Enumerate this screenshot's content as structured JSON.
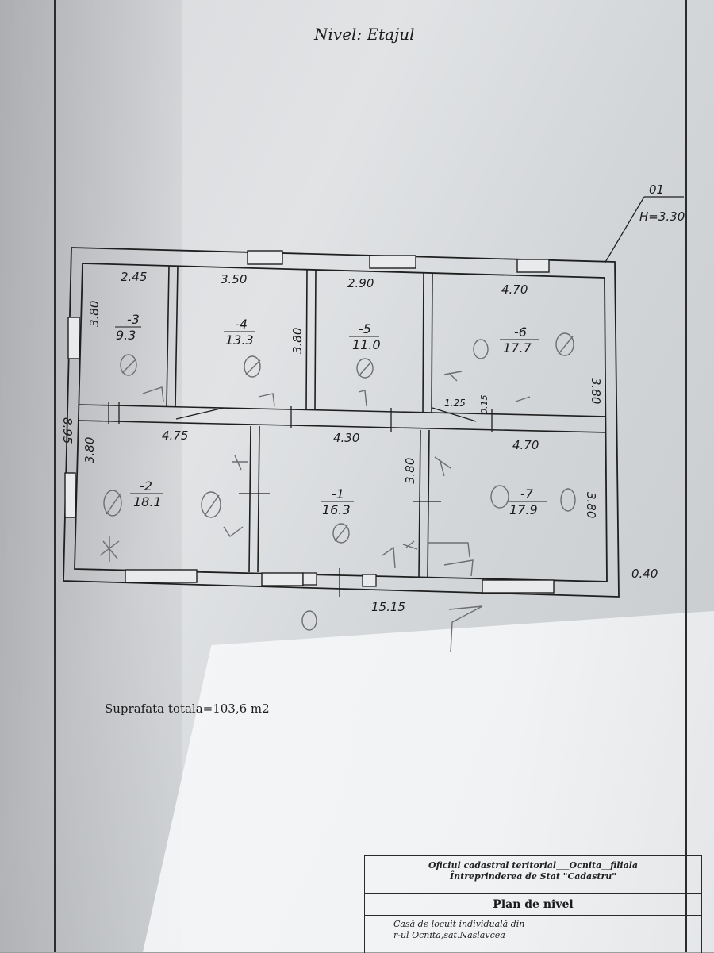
{
  "heading": "Nivel: Etajul",
  "marker": {
    "code": "01",
    "height": "H=3.30"
  },
  "rooms": [
    {
      "id": "room-3",
      "number": "-3",
      "area": "9.3",
      "width_label": "2.45",
      "height_label": "3.80"
    },
    {
      "id": "room-4",
      "number": "-4",
      "area": "13.3",
      "width_label": "3.50",
      "height_label": "3.80"
    },
    {
      "id": "room-5",
      "number": "-5",
      "area": "11.0",
      "width_label": "2.90"
    },
    {
      "id": "room-6",
      "number": "-6",
      "area": "17.7",
      "width_label": "4.70",
      "height_label": "3.80"
    },
    {
      "id": "room-2",
      "number": "-2",
      "area": "18.1",
      "width_label": "4.75",
      "height_label": "3.80"
    },
    {
      "id": "room-1",
      "number": "-1",
      "area": "16.3",
      "width_label": "4.30",
      "height_label": "3.80"
    },
    {
      "id": "room-7",
      "number": "-7",
      "area": "17.9",
      "width_label": "4.70",
      "height_label": "3.80"
    }
  ],
  "dimensions": {
    "overall_height": "8.95",
    "overall_width": "15.15",
    "wall_thickness": "0.40",
    "corridor_width": "1.25",
    "corridor_offset": "0.15"
  },
  "total_area": "Suprafata totala=103,6 m2",
  "title_block": {
    "office_line1": "Oficiul cadastral teritorial___Ocnita__filiala",
    "office_line2": "Întreprinderea de Stat \"Cadastru\"",
    "plan_title": "Plan de nivel",
    "object_line1": "Casă de locuit individuală din",
    "object_line2": "r-ul Ocnita,sat.Naslavcea"
  }
}
